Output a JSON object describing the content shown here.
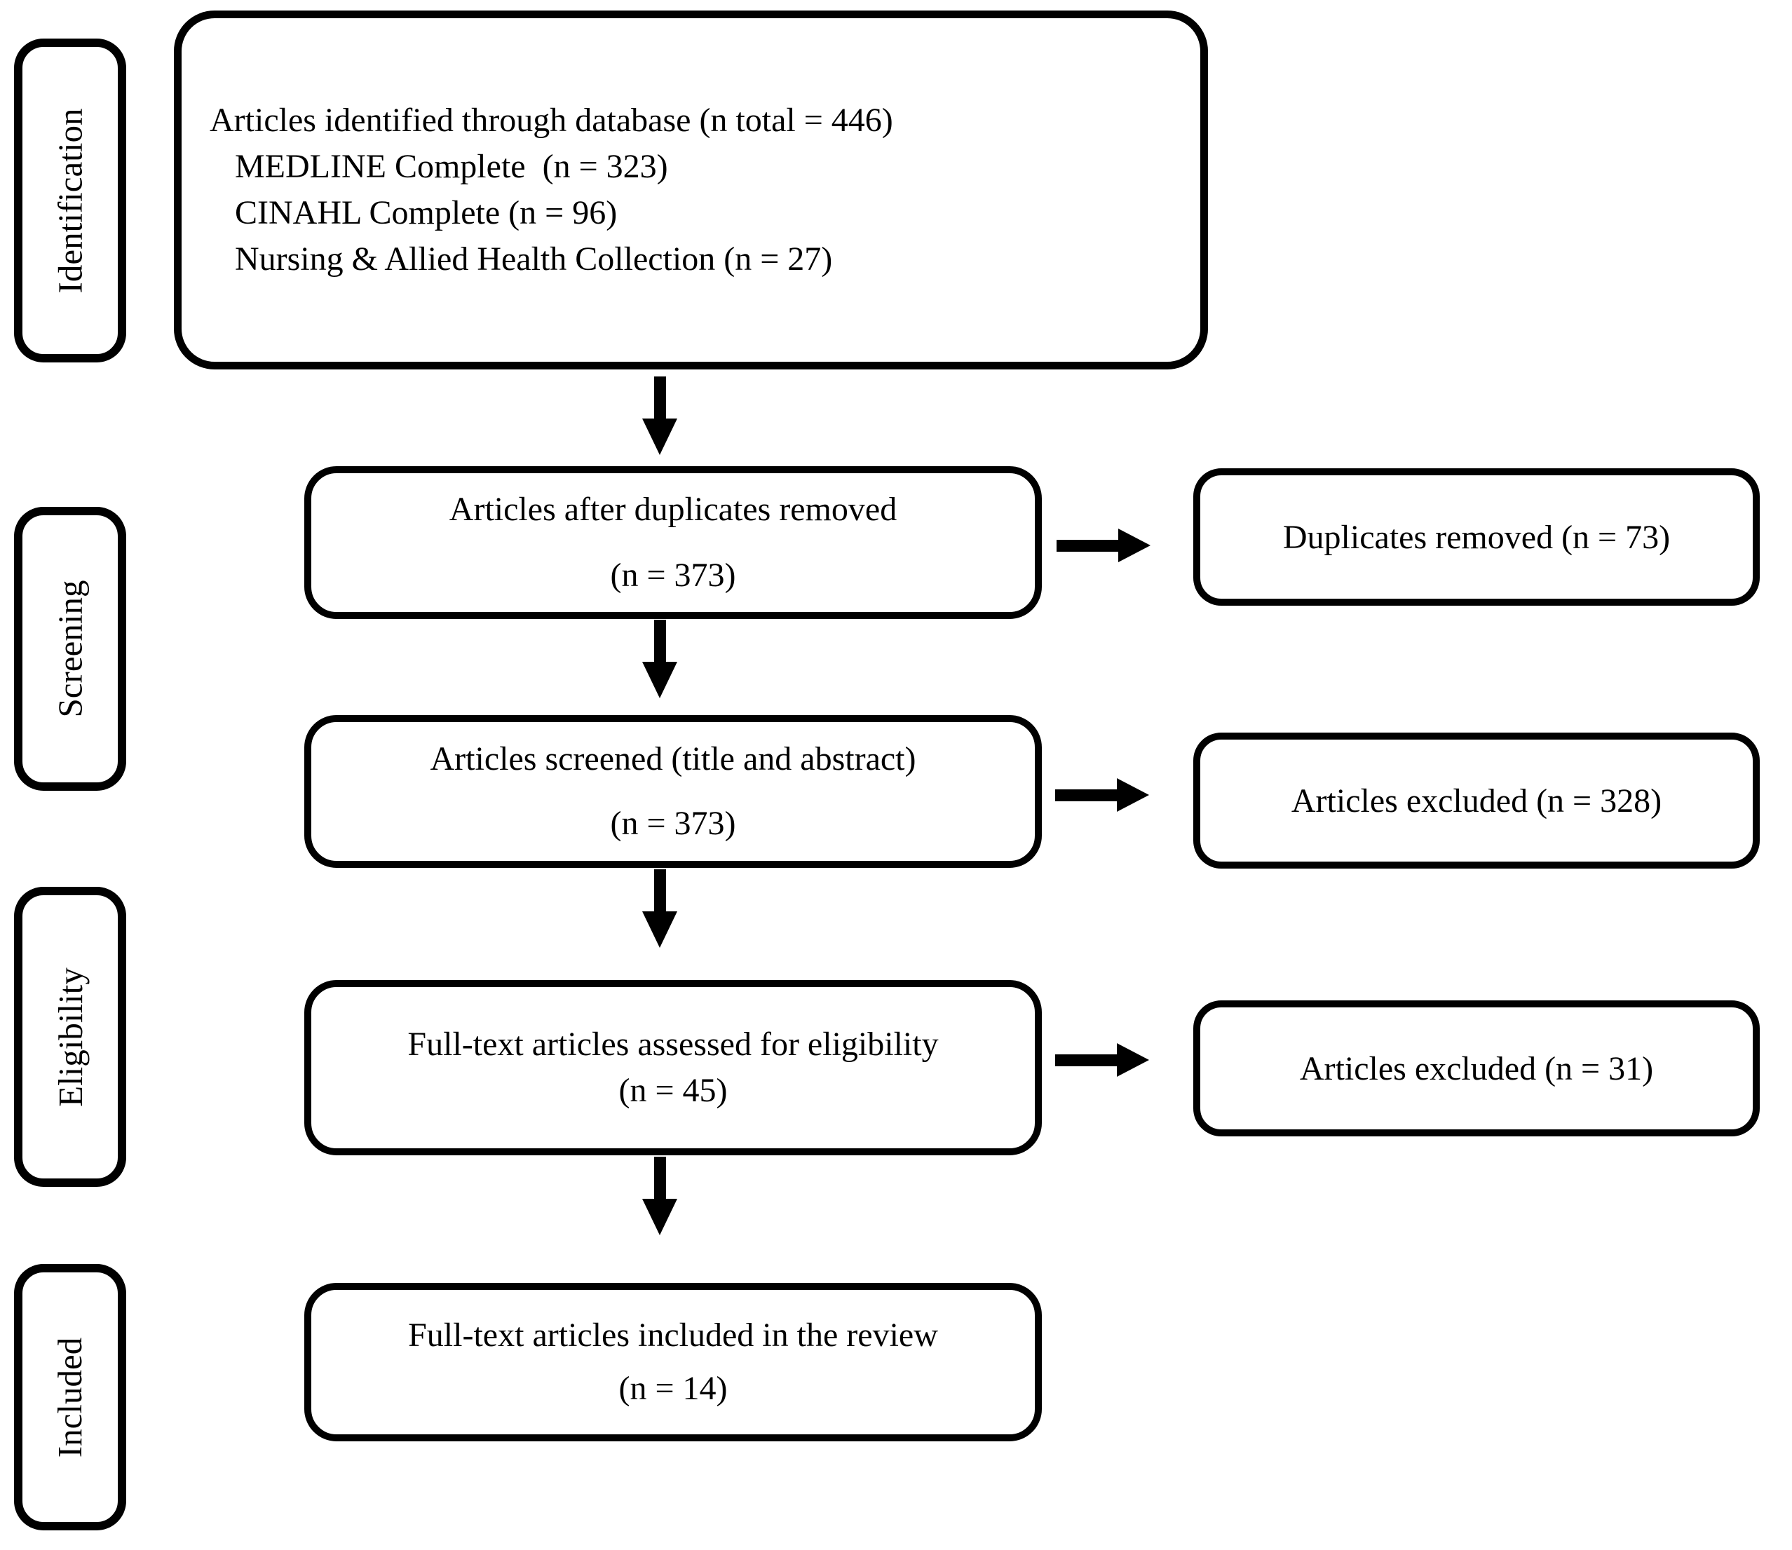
{
  "diagram": {
    "type": "prisma-flow-diagram",
    "colors": {
      "border": "#000000",
      "background": "#ffffff",
      "text": "#000000"
    },
    "stages": [
      {
        "id": "identification",
        "label": "Identification"
      },
      {
        "id": "screening",
        "label": "Screening"
      },
      {
        "id": "eligibility",
        "label": "Eligibility"
      },
      {
        "id": "included",
        "label": "Included"
      }
    ],
    "main_boxes": [
      {
        "id": "articles-identified",
        "lines": [
          "Articles identified through database (n total = 446)",
          "MEDLINE Complete  (n = 323)",
          "CINAHL Complete (n = 96)",
          "Nursing & Allied Health Collection (n = 27)"
        ]
      },
      {
        "id": "after-duplicates-removed",
        "lines": [
          "Articles after duplicates removed",
          "(n = 373)"
        ]
      },
      {
        "id": "articles-screened",
        "lines": [
          "Articles screened (title and abstract)",
          "(n = 373)"
        ]
      },
      {
        "id": "fulltext-assessed",
        "lines": [
          "Full-text articles assessed for eligibility",
          "(n = 45)"
        ]
      },
      {
        "id": "fulltext-included",
        "lines": [
          "Full-text articles included in the review",
          "(n = 14)"
        ]
      }
    ],
    "side_boxes": [
      {
        "id": "duplicates-removed",
        "label": "Duplicates removed (n = 73)"
      },
      {
        "id": "excluded-screening",
        "label": "Articles excluded (n = 328)"
      },
      {
        "id": "excluded-fulltext",
        "label": "Articles excluded (n = 31)"
      }
    ]
  }
}
